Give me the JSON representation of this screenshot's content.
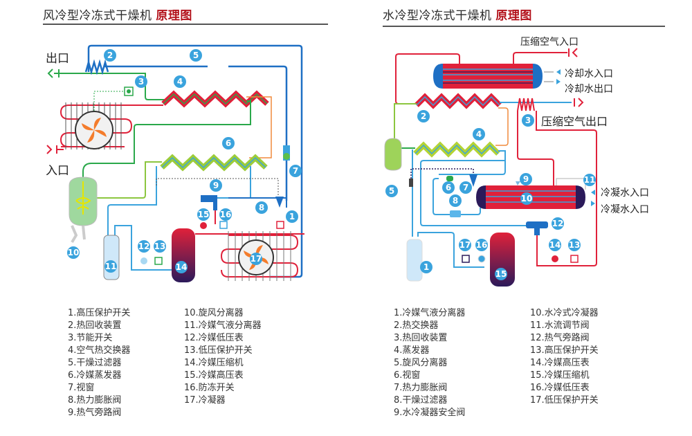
{
  "left": {
    "title_main": "风冷型冷冻式干燥机",
    "title_highlight": "原理图",
    "outlet_label": "出口",
    "inlet_label": "入口",
    "legend_col1": [
      "1.高压保护开关",
      "2.热回收装置",
      "3.节能开关",
      "4.空气热交换器",
      "5.干燥过滤器",
      "6.冷媒蒸发器",
      "7.视窗",
      "8.热力膨胀阀",
      "9.热气旁路阀"
    ],
    "legend_col2": [
      "10.旋风分离器",
      "11.冷媒气液分离器",
      "12.冷媒低压表",
      "13.低压保护开关",
      "14.冷媒压缩机",
      "15.冷媒高压表",
      "16.防冻开关",
      "17.冷凝器"
    ]
  },
  "right": {
    "title_main": "水冷型冷冻式干燥机",
    "title_highlight": "原理图",
    "air_inlet_label": "压缩空气入口",
    "air_outlet_label": "压缩空气出口",
    "cooling_water_in": "冷却水入口",
    "cooling_water_out": "冷却水出口",
    "condensing_water_in_1": "冷凝水入口",
    "condensing_water_in_2": "冷凝水入口",
    "legend_col1": [
      "1.冷媒气液分离器",
      "2.热交换器",
      "3.热回收装置",
      "4.蒸发器",
      "5.旋风分离器",
      "6.视窗",
      "7.热力膨胀阀",
      "8.干燥过滤器",
      "9.水冷凝器安全阀"
    ],
    "legend_col2": [
      "10.水冷式冷凝器",
      "11.水流调节阀",
      "12.热气旁路阀",
      "13.高压保护开关",
      "14.冷媒高压表",
      "15.冷媒压缩机",
      "16.冷媒低压表",
      "17.低压保护开关"
    ]
  },
  "badges": [
    "1",
    "2",
    "3",
    "4",
    "5",
    "6",
    "7",
    "8",
    "9",
    "10",
    "11",
    "12",
    "13",
    "14",
    "15",
    "16",
    "17"
  ],
  "colors": {
    "accent_red": "#b3121b",
    "badge_blue": "#3aa3dd",
    "pipe_blue": "#1e6fc4",
    "pipe_red": "#e0213a",
    "pipe_green": "#2aa84a",
    "pipe_orange": "#f08a3c"
  }
}
